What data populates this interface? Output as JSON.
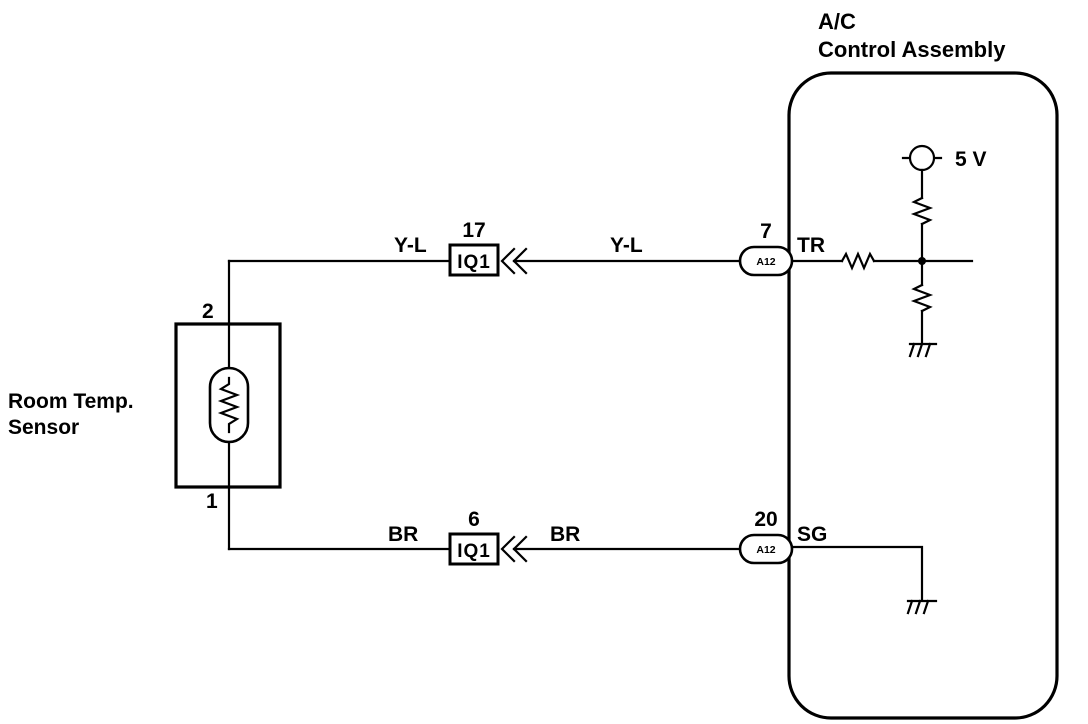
{
  "ecu": {
    "title_line1": "A/C",
    "title_line2": "Control Assembly",
    "voltage": "5 V",
    "tr_terminal": "TR",
    "sg_terminal": "SG"
  },
  "sensor": {
    "label_line1": "Room Temp.",
    "label_line2": "Sensor",
    "pin_top": "2",
    "pin_bottom": "1"
  },
  "top_circuit": {
    "wire_left": "Y-L",
    "wire_right": "Y-L",
    "junction_pin": "17",
    "junction_label": "IQ1",
    "connector_pin": "7",
    "connector_label": "A12"
  },
  "bottom_circuit": {
    "wire_left": "BR",
    "wire_right": "BR",
    "junction_pin": "6",
    "junction_label": "IQ1",
    "connector_pin": "20",
    "connector_label": "A12"
  }
}
